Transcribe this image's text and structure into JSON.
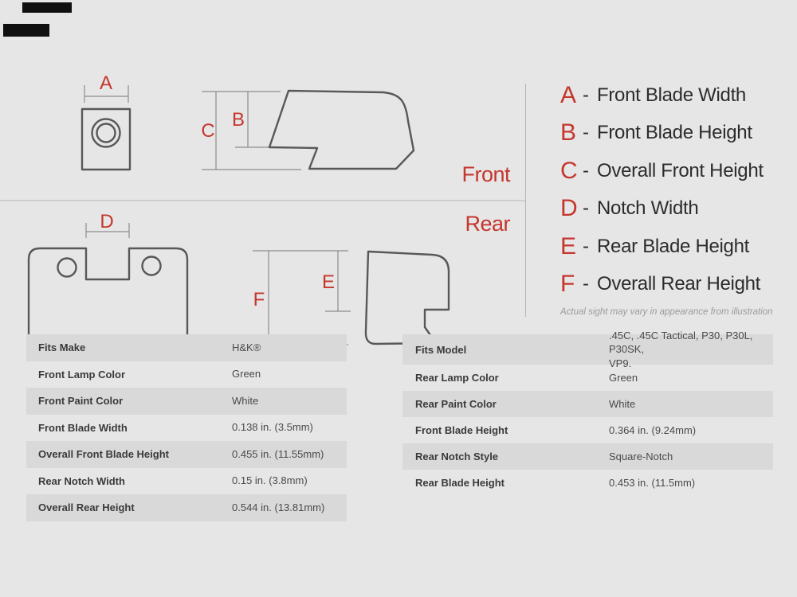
{
  "colors": {
    "background": "#e6e6e6",
    "accent_red": "#c5362d",
    "row_shade": "#d9d9d9",
    "diagram_stroke": "#57585a",
    "dimension_line": "#8c8c8c",
    "note_gray": "#9b9b9b"
  },
  "diagram": {
    "front_label": "Front",
    "rear_label": "Rear",
    "dims": {
      "a": "A",
      "b": "B",
      "c": "C",
      "d": "D",
      "e": "E",
      "f": "F"
    },
    "note": "Actual sight may vary in appearance from illustration"
  },
  "legend": {
    "separator": "-",
    "items": [
      {
        "letter": "A",
        "label": "Front Blade Width"
      },
      {
        "letter": "B",
        "label": "Front Blade Height"
      },
      {
        "letter": "C",
        "label": "Overall Front Height"
      },
      {
        "letter": "D",
        "label": "Notch Width"
      },
      {
        "letter": "E",
        "label": "Rear Blade Height"
      },
      {
        "letter": "F",
        "label": "Overall Rear Height"
      }
    ]
  },
  "tables": {
    "left": {
      "rows": [
        {
          "label": "Fits Make",
          "value": "H&K®"
        },
        {
          "label": "Front Lamp Color",
          "value": "Green"
        },
        {
          "label": "Front Paint Color",
          "value": "White"
        },
        {
          "label": "Front Blade Width",
          "value": "0.138 in. (3.5mm)"
        },
        {
          "label": "Overall Front Blade Height",
          "value": "0.455 in. (11.55mm)"
        },
        {
          "label": "Rear Notch Width",
          "value": "0.15 in. (3.8mm)"
        },
        {
          "label": "Overall Rear Height",
          "value": "0.544 in. (13.81mm)"
        }
      ]
    },
    "right": {
      "rows": [
        {
          "label": "Fits Model",
          "value": ".45C, .45C Tactical, P30, P30L, P30SK,\nVP9."
        },
        {
          "label": "Rear Lamp Color",
          "value": "Green"
        },
        {
          "label": "Rear Paint Color",
          "value": "White"
        },
        {
          "label": "Front Blade Height",
          "value": "0.364 in. (9.24mm)"
        },
        {
          "label": "Rear Notch Style",
          "value": "Square-Notch"
        },
        {
          "label": "Rear Blade Height",
          "value": "0.453 in. (11.5mm)"
        }
      ]
    }
  }
}
